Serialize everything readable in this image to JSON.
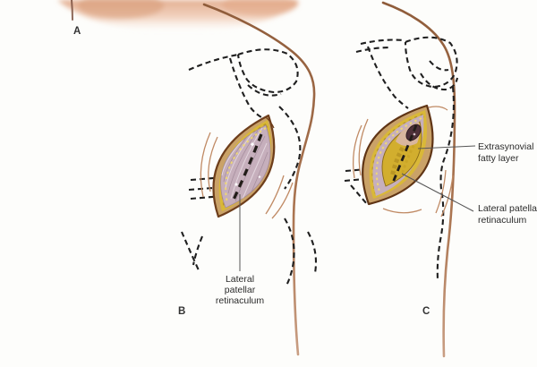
{
  "panels": {
    "a": {
      "letter": "A"
    },
    "b": {
      "letter": "B",
      "label_retinaculum": {
        "line1": "Lateral",
        "line2": "patellar",
        "line3": "retinaculum"
      }
    },
    "c": {
      "letter": "C",
      "label_fatty": {
        "line1": "Extrasynovial",
        "line2": "fatty layer"
      },
      "label_retinaculum": {
        "line1": "Lateral patellar",
        "line2": "retinaculum"
      }
    }
  },
  "colors": {
    "background": "#fdfdfb",
    "limb_outline": "#a9734e",
    "bone_dash": "#1f1f1f",
    "skin_incision_rim": "#6e3e1b",
    "fat_yellow": "#d9b838",
    "retinaculum_mauve": "#c6afbc",
    "deep_opening": "#4e3039",
    "skin_tone": "#e2a98a",
    "label_text": "#2b2b2b",
    "leader_line": "#555555"
  }
}
